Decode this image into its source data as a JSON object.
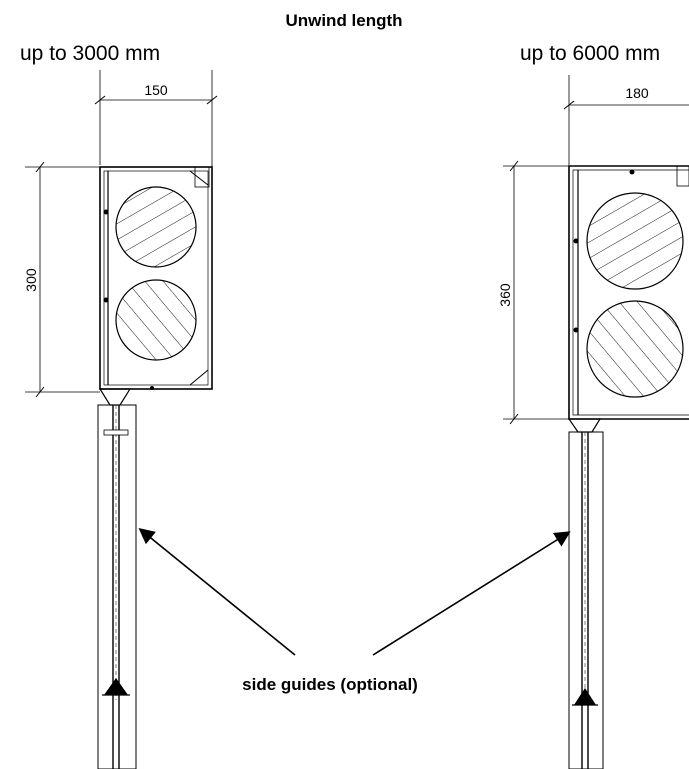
{
  "title": "Unwind length",
  "left_unit": {
    "caption": "up to 3000 mm",
    "width_dim": "150",
    "height_dim": "300"
  },
  "right_unit": {
    "caption": "up to 6000 mm",
    "width_dim": "180",
    "height_dim": "360"
  },
  "callout": {
    "label": "side guides (optional)"
  }
}
